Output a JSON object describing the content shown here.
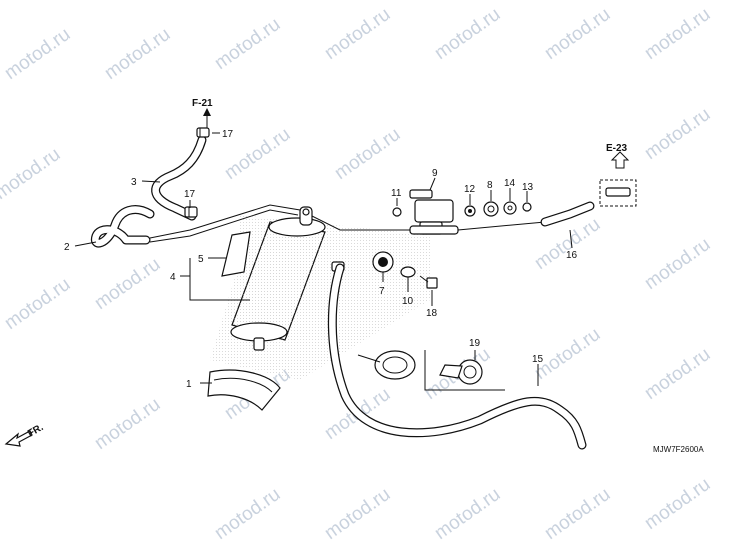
{
  "watermark": "motod.ru",
  "refs": {
    "f21": "F-21",
    "e23": "E-23"
  },
  "callouts": {
    "p1": "1",
    "p2": "2",
    "p3": "3",
    "p4": "4",
    "p5": "5",
    "p7": "7",
    "p8": "8",
    "p9": "9",
    "p10": "10",
    "p11": "11",
    "p12": "12",
    "p13": "13",
    "p14": "14",
    "p15": "15",
    "p16": "16",
    "p17a": "17",
    "p17b": "17",
    "p18": "18",
    "p19": "19"
  },
  "front_label": "FR.",
  "diagram_code": "MJW7F2600A"
}
